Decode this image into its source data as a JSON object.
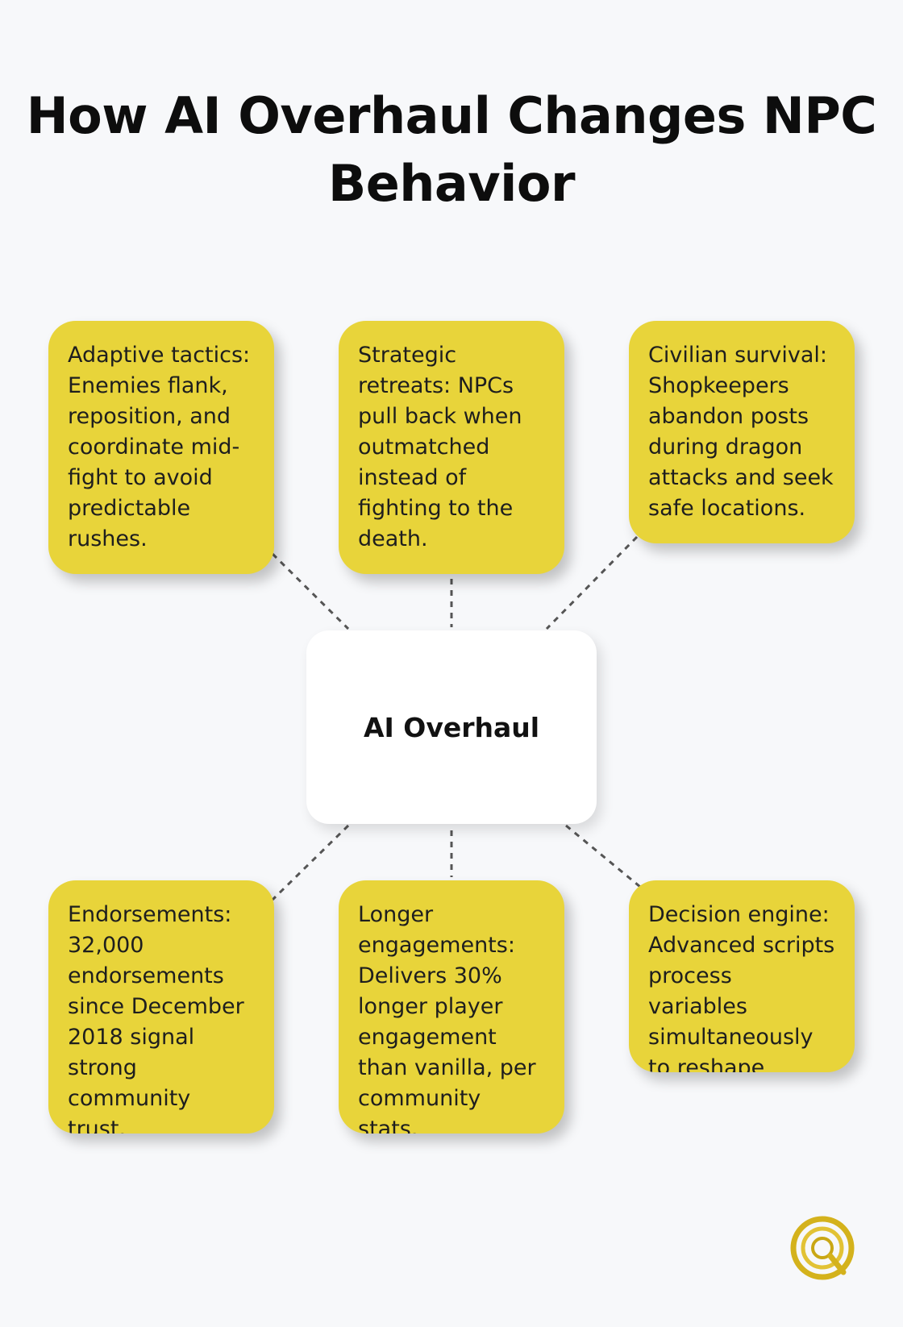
{
  "title": "How AI Overhaul Changes NPC Behavior",
  "hub": {
    "label": "AI Overhaul"
  },
  "cards": [
    "Adaptive tactics: Enemies flank, reposition, and coordinate mid-fight to avoid predictable rushes.",
    "Strategic retreats: NPCs pull back when outmatched instead of fighting to the death.",
    "Civilian survival: Shopkeepers abandon posts during dragon attacks and seek safe locations.",
    "Endorsements: 32,000 endorsements since December 2018 signal strong community trust.",
    "Longer engagements: Delivers 30% longer player engagement than vanilla, per community stats.",
    "Decision engine: Advanced scripts process variables simultaneously to reshape choices."
  ],
  "colors": {
    "background": "#f7f8fa",
    "card": "#e8d43a",
    "hub": "#ffffff",
    "connector": "#555555",
    "logo_gold": "#d4b21c"
  },
  "icons": {
    "logo": "gold-circle-q-logo"
  }
}
